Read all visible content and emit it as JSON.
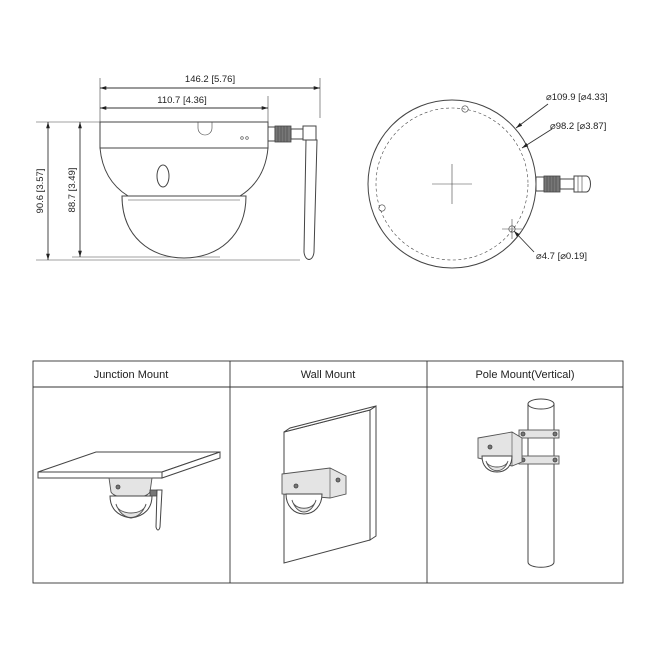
{
  "dimensions": {
    "overall_width": "146.2 [5.76]",
    "base_width": "110.7 [4.36]",
    "overall_height": "90.6 [3.57]",
    "body_height": "88.7 [3.49]",
    "outer_diameter": "⌀109.9 [⌀4.33]",
    "hole_circle_diameter": "⌀98.2 [⌀3.87]",
    "hole_diameter": "⌀4.7 [⌀0.19]"
  },
  "mounts": [
    {
      "label": "Junction Mount"
    },
    {
      "label": "Wall Mount"
    },
    {
      "label": "Pole Mount(Vertical)"
    }
  ]
}
